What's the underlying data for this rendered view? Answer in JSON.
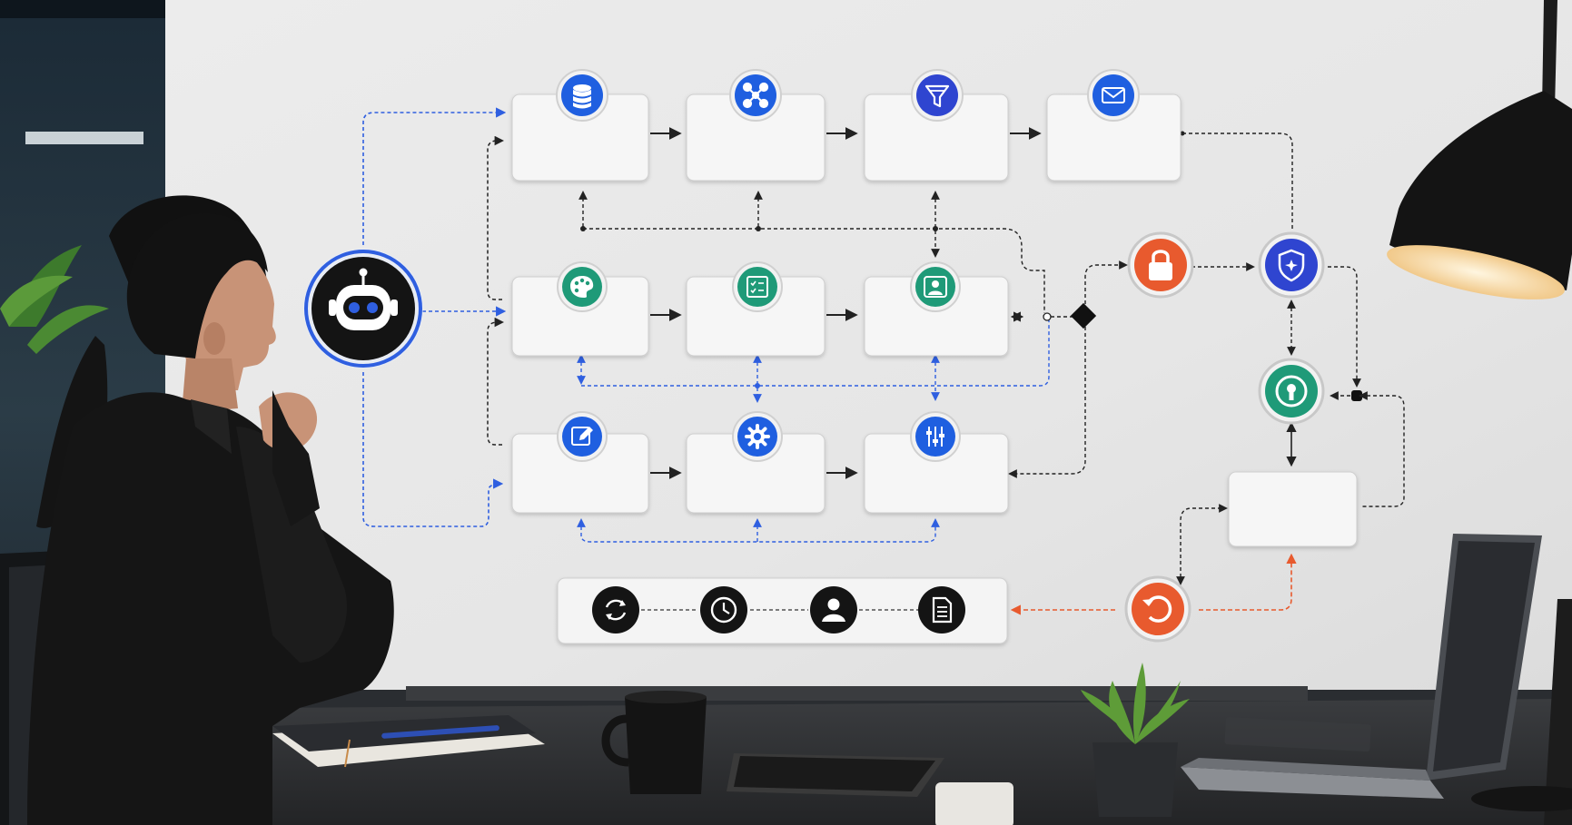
{
  "diagram": {
    "title": "",
    "hub": {
      "icon": "robot-icon",
      "color": "#2f5fe0"
    },
    "rows": [
      [
        {
          "id": "node-database",
          "icon": "database-icon",
          "color": "#1f5fe0",
          "label": ""
        },
        {
          "id": "node-network",
          "icon": "network-icon",
          "color": "#1f5fe0",
          "label": ""
        },
        {
          "id": "node-filter",
          "icon": "filter-icon",
          "color": "#2f45d0",
          "label": ""
        },
        {
          "id": "node-email",
          "icon": "envelope-icon",
          "color": "#1f5fe0",
          "label": ""
        }
      ],
      [
        {
          "id": "node-palette",
          "icon": "palette-icon",
          "color": "#1f9a78",
          "label": ""
        },
        {
          "id": "node-checklist",
          "icon": "checklist-icon",
          "color": "#1f9a78",
          "label": ""
        },
        {
          "id": "node-user",
          "icon": "user-badge-icon",
          "color": "#1f9a78",
          "label": ""
        }
      ],
      [
        {
          "id": "node-edit",
          "icon": "edit-icon",
          "color": "#1f5fe0",
          "label": ""
        },
        {
          "id": "node-settings",
          "icon": "gear-icon",
          "color": "#1f5fe0",
          "label": ""
        },
        {
          "id": "node-adjust",
          "icon": "sliders-icon",
          "color": "#1f5fe0",
          "label": ""
        }
      ]
    ],
    "right": [
      {
        "id": "lock",
        "icon": "lock-icon",
        "color": "#e85a2e"
      },
      {
        "id": "shield",
        "icon": "shield-icon",
        "color": "#2f45d0"
      },
      {
        "id": "keyhole",
        "icon": "keyhole-icon",
        "color": "#1f9a78"
      },
      {
        "id": "retry",
        "icon": "refresh-icon",
        "color": "#e85a2e"
      }
    ],
    "bottom_strip": [
      {
        "icon": "sync-icon"
      },
      {
        "icon": "clock-icon"
      },
      {
        "icon": "person-icon"
      },
      {
        "icon": "document-icon"
      }
    ],
    "colors": {
      "blue_link": "#2f5fe0",
      "dark_link": "#222222",
      "orange_link": "#e85a2e"
    }
  }
}
